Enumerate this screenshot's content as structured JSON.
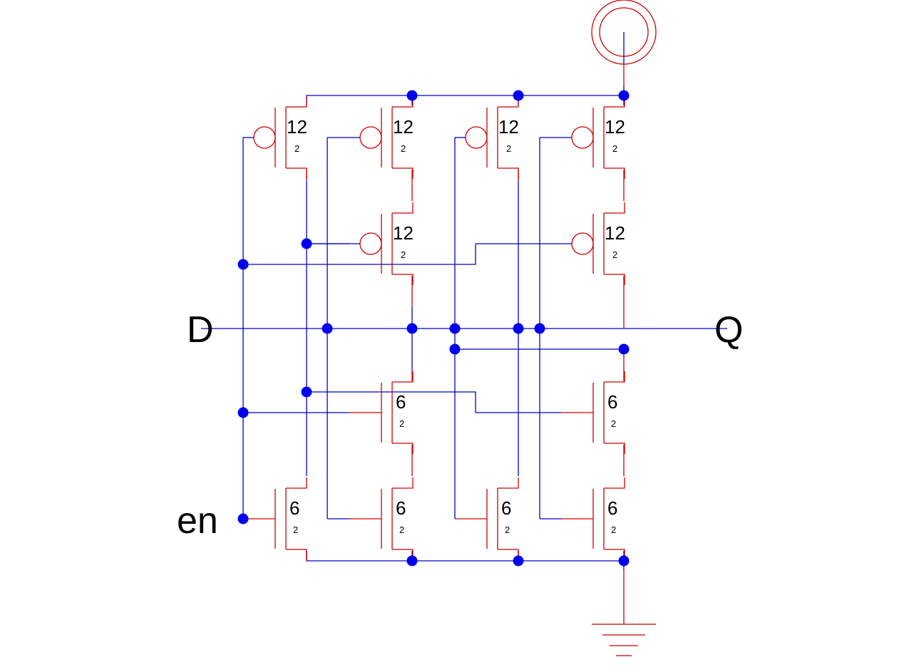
{
  "colors": {
    "device": "#cc0000",
    "wire": "#0000cc",
    "node": "#0000ee",
    "background": "#ffffff"
  },
  "labels": {
    "input_d": "D",
    "output_q": "Q",
    "enable": "en"
  },
  "symbols": [
    "vdd-icon",
    "ground-icon"
  ],
  "transistors": [
    {
      "id": "p1",
      "type": "pmos",
      "w": "12",
      "l": "2"
    },
    {
      "id": "p2",
      "type": "pmos",
      "w": "12",
      "l": "2"
    },
    {
      "id": "p3",
      "type": "pmos",
      "w": "12",
      "l": "2"
    },
    {
      "id": "p4",
      "type": "pmos",
      "w": "12",
      "l": "2"
    },
    {
      "id": "p5",
      "type": "pmos",
      "w": "12",
      "l": "2"
    },
    {
      "id": "p6",
      "type": "pmos",
      "w": "12",
      "l": "2"
    },
    {
      "id": "n1",
      "type": "nmos",
      "w": "6",
      "l": "2"
    },
    {
      "id": "n2",
      "type": "nmos",
      "w": "6",
      "l": "2"
    },
    {
      "id": "n3",
      "type": "nmos",
      "w": "6",
      "l": "2"
    },
    {
      "id": "n4",
      "type": "nmos",
      "w": "6",
      "l": "2"
    },
    {
      "id": "n5",
      "type": "nmos",
      "w": "6",
      "l": "2"
    },
    {
      "id": "n6",
      "type": "nmos",
      "w": "6",
      "l": "2"
    }
  ]
}
